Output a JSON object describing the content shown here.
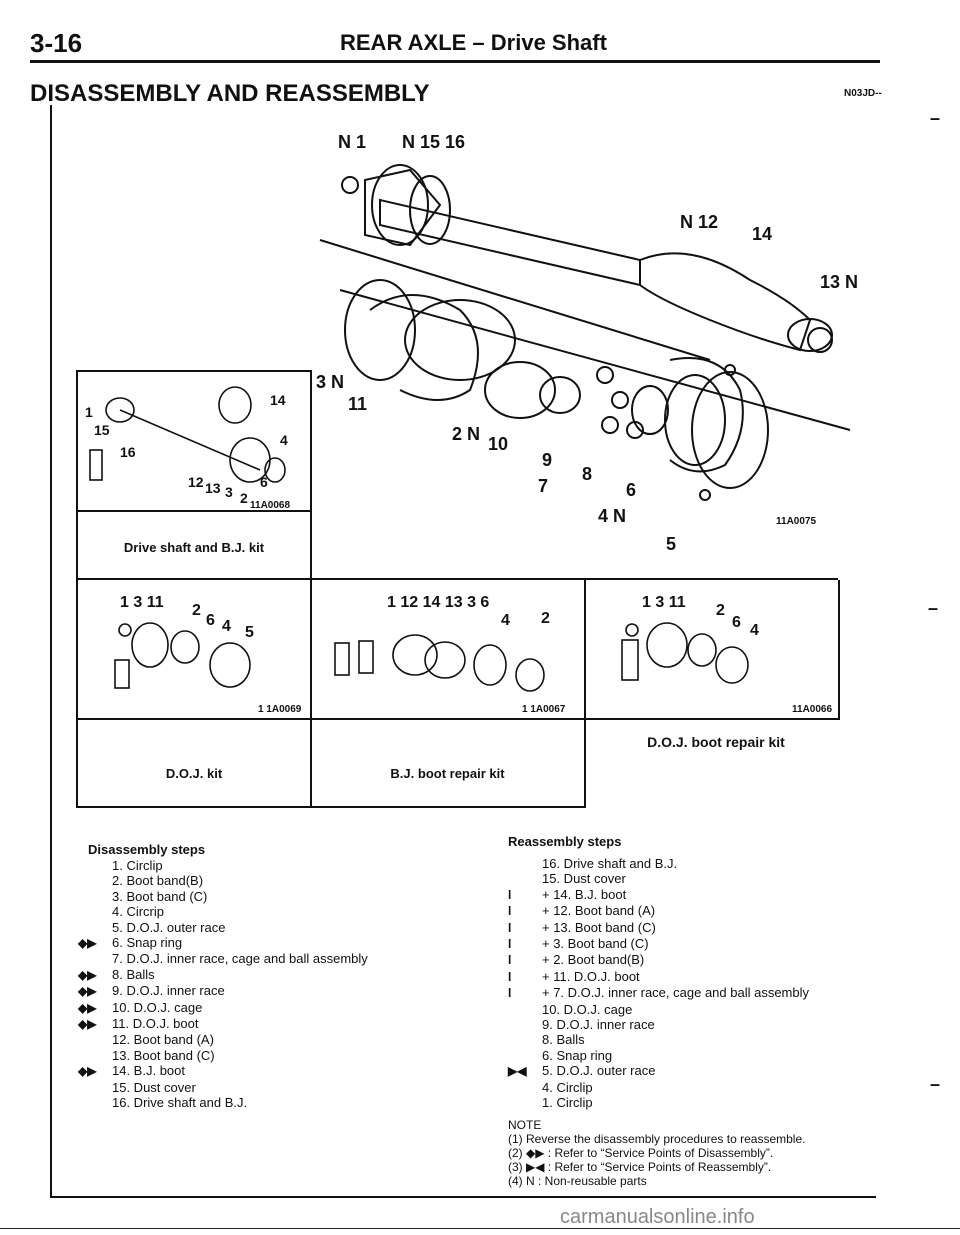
{
  "header": {
    "page_number": "3-16",
    "title": "REAR AXLE – Drive Shaft"
  },
  "section": {
    "title": "DISASSEMBLY AND REASSEMBLY",
    "code": "N03JD--"
  },
  "figures": {
    "main_code": "11A0075",
    "main_labels": [
      "1",
      "15",
      "16",
      "12",
      "14",
      "13",
      "3",
      "11",
      "2",
      "10",
      "9",
      "8",
      "7",
      "6",
      "4",
      "5"
    ],
    "kits": [
      {
        "caption": "Drive shaft and B.J. kit",
        "code": "11A0068",
        "labels": [
          "14",
          "1",
          "15",
          "16",
          "4",
          "12",
          "13",
          "3",
          "2",
          "6"
        ]
      },
      {
        "caption": "D.O.J. kit",
        "code": "1 1A0069",
        "labels": [
          "1",
          "3",
          "11",
          "2",
          "6",
          "4",
          "5"
        ]
      },
      {
        "caption": "B.J. boot repair kit",
        "code": "1 1A0067",
        "labels": [
          "1",
          "12",
          "14",
          "13",
          "3",
          "6",
          "4",
          "2"
        ]
      },
      {
        "caption": "D.O.J. boot repair kit",
        "code": "11A0066",
        "labels": [
          "1",
          "3",
          "11",
          "2",
          "6",
          "4"
        ]
      }
    ]
  },
  "disassembly": {
    "heading": "Disassembly steps",
    "steps": [
      {
        "sym": "",
        "text": "1. Circlip"
      },
      {
        "sym": "",
        "text": "2. Boot band(B)"
      },
      {
        "sym": "",
        "text": "3. Boot band (C)"
      },
      {
        "sym": "",
        "text": "4. Circrip"
      },
      {
        "sym": "",
        "text": "5. D.O.J. outer race"
      },
      {
        "sym": "◆▶",
        "text": "6. Snap ring"
      },
      {
        "sym": "",
        "text": "7. D.O.J. inner race, cage and ball assembly"
      },
      {
        "sym": "◆▶",
        "text": "8. Balls"
      },
      {
        "sym": "◆▶",
        "text": "9. D.O.J. inner race"
      },
      {
        "sym": "◆▶",
        "text": "10. D.O.J. cage"
      },
      {
        "sym": "◆▶",
        "text": "11. D.O.J. boot"
      },
      {
        "sym": "",
        "text": "12. Boot band (A)"
      },
      {
        "sym": "",
        "text": "13. Boot band (C)"
      },
      {
        "sym": "◆▶",
        "text": "14. B.J. boot"
      },
      {
        "sym": "",
        "text": "15. Dust cover"
      },
      {
        "sym": "",
        "text": "16. Drive shaft and B.J."
      }
    ]
  },
  "reassembly": {
    "heading": "Reassembly steps",
    "steps": [
      {
        "sym": "",
        "text": "16. Drive shaft and B.J."
      },
      {
        "sym": "",
        "text": "15. Dust cover"
      },
      {
        "sym": "l",
        "text": "+ 14. B.J. boot"
      },
      {
        "sym": "l",
        "text": "+ 12. Boot band (A)"
      },
      {
        "sym": "l",
        "text": "+ 13. Boot band (C)"
      },
      {
        "sym": "l",
        "text": "+ 3. Boot band (C)"
      },
      {
        "sym": "l",
        "text": "+ 2. Boot band(B)"
      },
      {
        "sym": "l",
        "text": "+ 11. D.O.J. boot"
      },
      {
        "sym": "l",
        "text": "+ 7. D.O.J. inner race, cage and ball assembly"
      },
      {
        "sym": "",
        "text": "10. D.O.J. cage"
      },
      {
        "sym": "",
        "text": "9. D.O.J. inner race"
      },
      {
        "sym": "",
        "text": "8. Balls"
      },
      {
        "sym": "",
        "text": "6. Snap ring"
      },
      {
        "sym": "▶◀",
        "text": "5. D.O.J. outer race"
      },
      {
        "sym": "",
        "text": "4. Circlip"
      },
      {
        "sym": "",
        "text": "1. Circlip"
      }
    ]
  },
  "notes": {
    "title": "NOTE",
    "items": [
      "(1) Reverse the disassembly procedures to reassemble.",
      "(2) ◆▶ : Refer to “Service Points of Disassembly”.",
      "(3) ▶◀ : Refer to “Service Points of Reassembly”.",
      "(4) N : Non-reusable parts"
    ]
  },
  "watermark": "carmanualsonline.info"
}
